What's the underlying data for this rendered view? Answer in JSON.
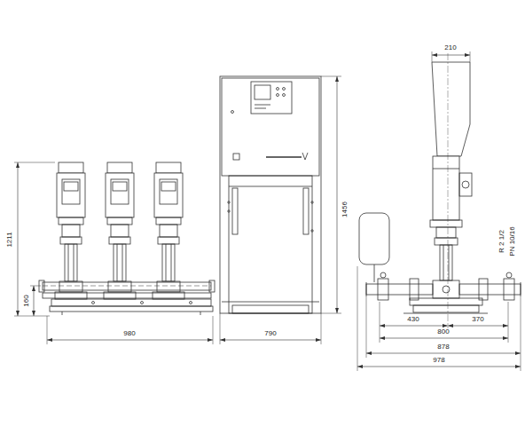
{
  "diagram": {
    "labels": [
      "1211",
      "160",
      "980",
      "1456",
      "790",
      "210",
      "430",
      "370",
      "800",
      "878",
      "978",
      "R 2 1/2",
      "PN 10/16"
    ]
  }
}
